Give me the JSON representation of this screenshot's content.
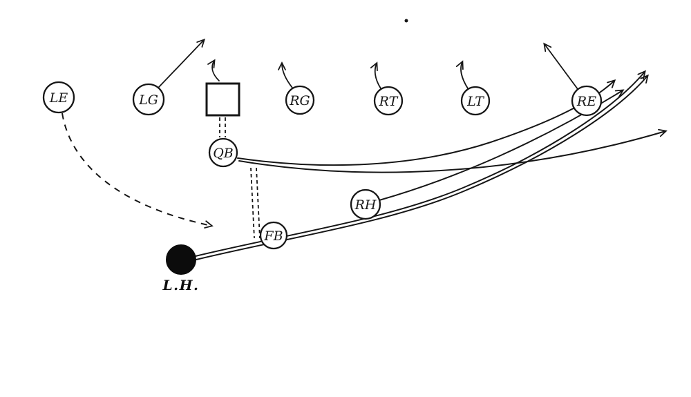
{
  "diagram_type": "football-play-diagram",
  "colors": {
    "ink": "#161616",
    "background": "#ffffff"
  },
  "players": {
    "le": "LE",
    "lg": "LG",
    "rg": "RG",
    "rt": "RT",
    "lt": "LT",
    "re": "RE",
    "qb": "QB",
    "rh": "RH",
    "fb": "FB"
  },
  "ball_carrier_label": "L.H."
}
